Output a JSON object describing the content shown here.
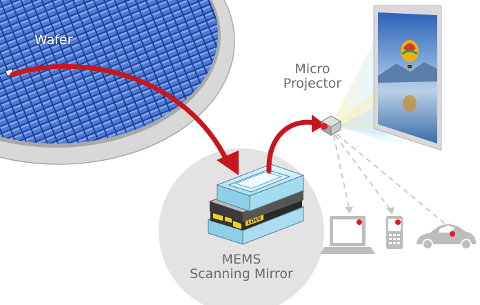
{
  "labels": {
    "wafer": "Wafer",
    "projector_line1": "Micro",
    "projector_line2": "Projector",
    "mems_line1": "MEMS",
    "mems_line2": "Scanning Mirror"
  },
  "mirror_chip": {
    "tag_text": "LOVE"
  },
  "devices": [
    "laptop",
    "phone",
    "car"
  ],
  "colors": {
    "wafer_blue": "#4a7ad6",
    "wafer_rim": "#d8d8d8",
    "arrow_red": "#c8161e",
    "indicator_red": "#e01b24",
    "circle_bg": "#e3e3e3",
    "text_gray": "#6a6a6a",
    "device_gray": "#bdbdbd",
    "chip_cyan": "#bfe9f7"
  },
  "icons": [
    "wafer-icon",
    "mems-mirror-icon",
    "projector-icon",
    "projection-screen-icon",
    "laptop-icon",
    "phone-icon",
    "car-icon"
  ]
}
